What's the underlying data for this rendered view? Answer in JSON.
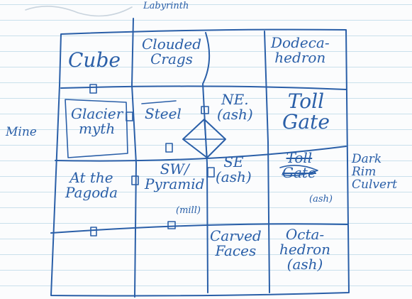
{
  "ink_color": "#2a5fa8",
  "paper": {
    "line_color": "#8cbed7",
    "background": "#fbfcfd"
  },
  "header_note": "Labyrinth",
  "side_labels": {
    "west": "Mine",
    "east": "Dark Rim Culvert"
  },
  "rooms": {
    "cube": "Cube",
    "clouded_crags": "Clouded\nCrags",
    "dodecahedron": "Dodeca-\nhedron",
    "glacier_myth": "Glacier\nmyth",
    "steel": "Steel",
    "ne_ash": "NE.\n(ash)",
    "toll_gate": "Toll\nGate",
    "at_the_pagoda": "At the\nPagoda",
    "sw_pyramid": "SW/\nPyramid",
    "sw_pyramid_note": "(mill)",
    "se_ash": "SE\n(ash)",
    "toll_gate_2": "Toll\nGate",
    "toll_gate_2_note": "(ash)",
    "carved_faces": "Carved\nFaces",
    "octahedron": "Octa-\nhedron\n(ash)"
  }
}
